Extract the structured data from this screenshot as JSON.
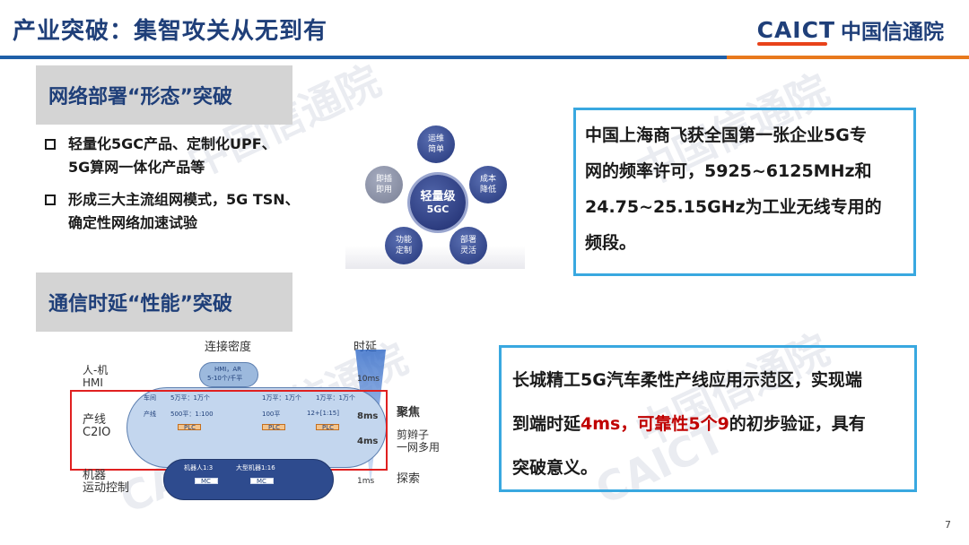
{
  "header": {
    "title": "产业突破：集智攻关从无到有",
    "logo_en": "CAICT",
    "logo_cn": "中国信通院"
  },
  "colors": {
    "brand_blue": "#1f3f79",
    "rule_blue": "#1f5fa8",
    "rule_orange": "#e8791d",
    "box_border": "#39a8e0",
    "highlight_red": "#c00000"
  },
  "section1": {
    "label": "网络部署“形态”突破",
    "bullets": [
      {
        "line1": "轻量化5GC产品、定制化UPF、",
        "line2": "5G算网一体化产品等"
      },
      {
        "line1": "形成三大主流组网模式，5G TSN、",
        "line2": "确定性网络加速试验"
      }
    ]
  },
  "gc_diagram": {
    "center_line1": "轻量级",
    "center_line2": "5GC",
    "nodes": [
      {
        "l1": "运维",
        "l2": "简单"
      },
      {
        "l1": "成本",
        "l2": "降低"
      },
      {
        "l1": "部署",
        "l2": "灵活"
      },
      {
        "l1": "功能",
        "l2": "定制"
      },
      {
        "l1": "即插",
        "l2": "即用"
      }
    ]
  },
  "box1": {
    "lines": [
      "中国上海商飞获全国第一张企业5G专",
      "网的频率许可，5925~6125MHz和",
      "24.75~25.15GHz为工业无线专用的",
      "频段。"
    ]
  },
  "section2": {
    "label": "通信时延“性能”突破"
  },
  "latency_figure": {
    "col_density": "连接密度",
    "col_latency": "时延",
    "rows": [
      {
        "left1": "人-机",
        "left2": "HMI",
        "latency": "10ms"
      },
      {
        "left1": "产线",
        "left2": "C2IO",
        "latency": "8ms"
      },
      {
        "left1": "",
        "left2": "",
        "latency": "4ms"
      },
      {
        "left1": "机器",
        "left2": "运动控制",
        "latency": "1ms"
      }
    ],
    "top_blob": {
      "l1": "HMI，AR",
      "l2": "5-10个/千平"
    },
    "mid_blob": {
      "r1": [
        "车间",
        "5万平：1万个",
        "1万平：1万个",
        "1万平：1万个"
      ],
      "r2": [
        "产线",
        "500平：1:100",
        "100平",
        "12+[1:15]"
      ],
      "chip": "PLC"
    },
    "bot_blob": {
      "l1": "机器人1:3",
      "l2": "大型机器1:16",
      "chip": "MC"
    },
    "right_labels": {
      "focus": "聚焦",
      "focus_sub1": "剪辫子",
      "focus_sub2": "一网多用",
      "explore": "探索"
    }
  },
  "box2": {
    "line1": "长城精工5G汽车柔性产线应用示范区，实现端",
    "line2_pre": "到端时延",
    "line2_red": "4ms，可靠性5个9",
    "line2_post": "的初步验证，具有",
    "line3": "突破意义。"
  },
  "watermark": "中国信通院",
  "watermark_en": "CAICT",
  "page_number": "7"
}
